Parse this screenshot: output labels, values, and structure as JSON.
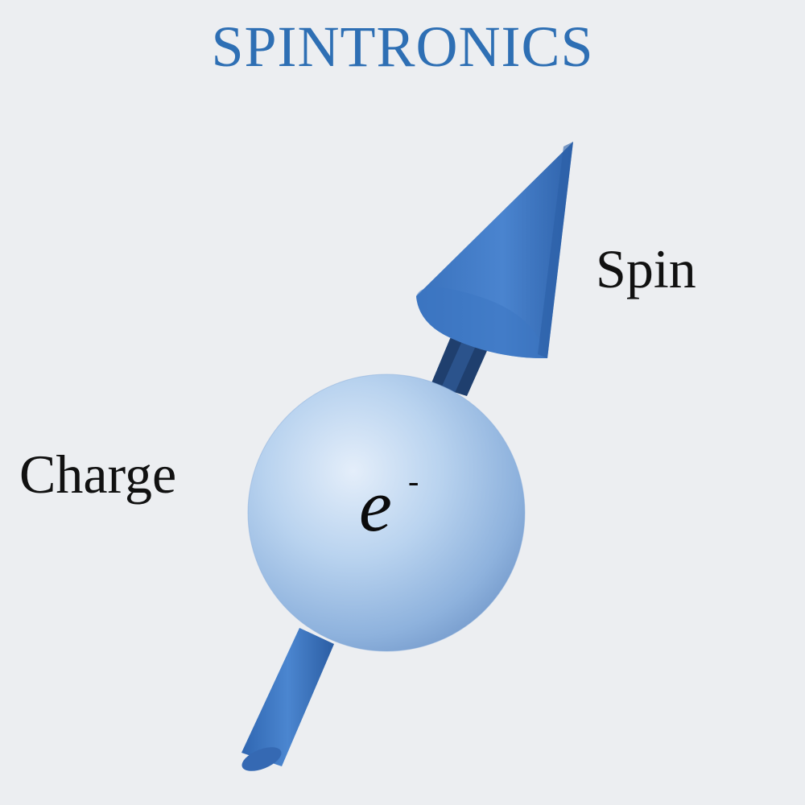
{
  "title": "SPINTRONICS",
  "labels": {
    "spin": "Spin",
    "charge": "Charge"
  },
  "electron": {
    "symbol": "e",
    "superscript": "-"
  },
  "colors": {
    "title": "#2e6fb4",
    "arrow": "#3f79c6",
    "arrow_dark": "#2a5b9e",
    "sphere_light": "#d7e6f7",
    "sphere_mid": "#a9c8ea",
    "sphere_dark": "#7fa5d3",
    "background": "#eceef1",
    "text": "#111111"
  }
}
